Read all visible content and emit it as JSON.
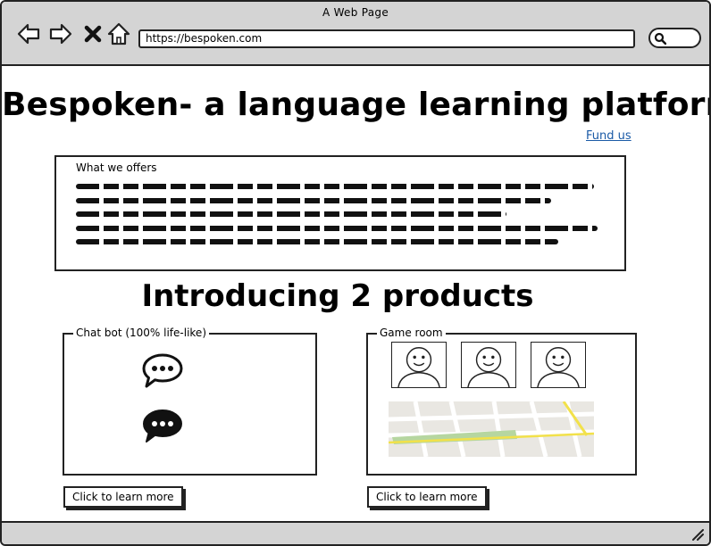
{
  "window": {
    "title": "A Web Page"
  },
  "toolbar": {
    "back_icon": "back-arrow-icon",
    "forward_icon": "forward-arrow-icon",
    "stop_icon": "close-icon",
    "home_icon": "home-icon",
    "url": "https://bespoken.com",
    "search_icon": "search-icon"
  },
  "page": {
    "title": "Bespoken- a language learning platform",
    "fund_link": "Fund us",
    "offers": {
      "title": "What we offers",
      "placeholder_lines": 5
    },
    "section_title": "Introducing 2 products",
    "products": [
      {
        "title": "Chat bot (100% life-like)",
        "icons": [
          "speech-bubble-outline-icon",
          "speech-bubble-filled-icon"
        ],
        "button_label": "Click to learn more"
      },
      {
        "title": "Game room",
        "icons": [
          "avatar-icon",
          "avatar-icon",
          "avatar-icon",
          "map-icon"
        ],
        "button_label": "Click to learn more"
      }
    ]
  },
  "colors": {
    "chrome": "#d4d4d4",
    "link": "#1a5aa6",
    "ink": "#222222"
  }
}
